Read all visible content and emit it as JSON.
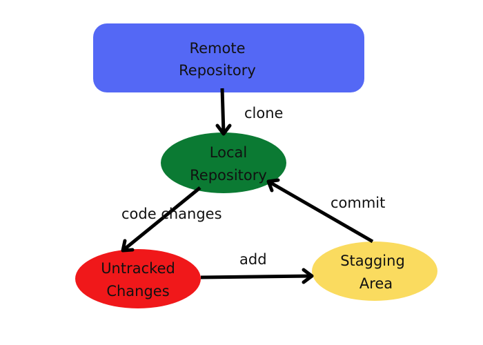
{
  "nodes": {
    "remote": {
      "line1": "Remote",
      "line2": "Repository",
      "color": "#5468f5"
    },
    "local": {
      "line1": "Local",
      "line2": "Repository",
      "color": "#0b7a33"
    },
    "untracked": {
      "line1": "Untracked",
      "line2": "Changes",
      "color": "#f0181a"
    },
    "staging": {
      "line1": "Stagging",
      "line2": "Area",
      "color": "#fadb5f"
    }
  },
  "edges": {
    "clone": "clone",
    "code_changes": "code changes",
    "add": "add",
    "commit": "commit"
  }
}
